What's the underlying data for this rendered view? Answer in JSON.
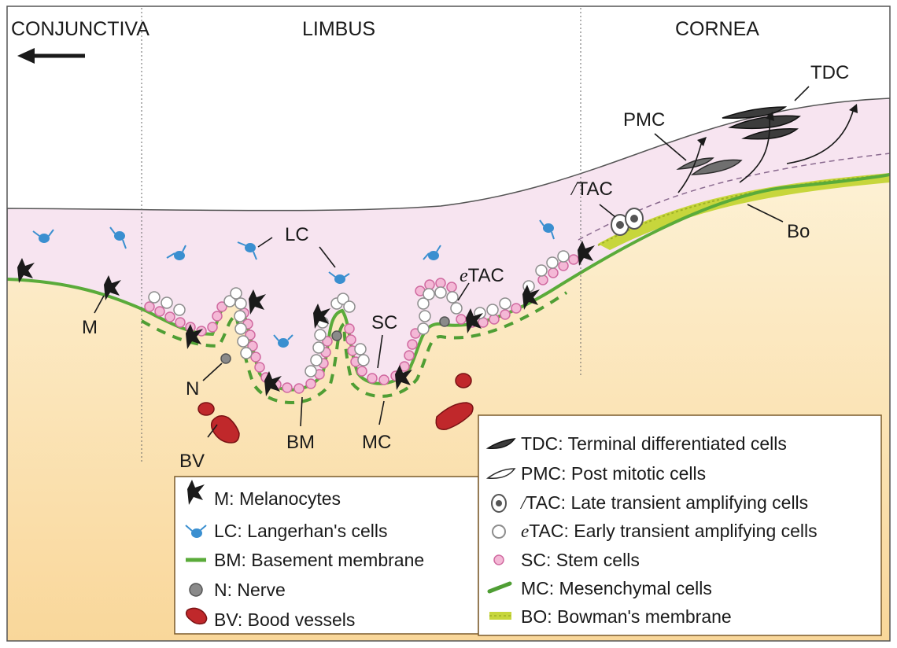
{
  "regions": {
    "conjunctiva": "CONJUNCTIVA",
    "limbus": "LIMBUS",
    "cornea": "CORNEA"
  },
  "labels": {
    "tdc": "TDC",
    "pmc": "PMC",
    "ltac_prefix": "/",
    "ltac": "TAC",
    "lc": "LC",
    "etac_prefix": "e",
    "etac": "TAC",
    "sc": "SC",
    "bo": "Bo",
    "m": "M",
    "n": "N",
    "bv": "BV",
    "bm": "BM",
    "mc": "MC"
  },
  "legend_left": [
    {
      "icon": "melanocyte-icon",
      "text": "M: Melanocytes"
    },
    {
      "icon": "langerhans-cell-icon",
      "text": "LC: Langerhan's cells"
    },
    {
      "icon": "basement-membrane-icon",
      "text": "BM: Basement membrane"
    },
    {
      "icon": "nerve-icon",
      "text": "N: Nerve"
    },
    {
      "icon": "blood-vessel-icon",
      "text": "BV: Bood vessels"
    }
  ],
  "legend_right": [
    {
      "icon": "tdc-cell-icon",
      "text": "TDC: Terminal differentiated cells"
    },
    {
      "icon": "pmc-cell-icon",
      "text": "PMC: Post mitotic cells"
    },
    {
      "icon": "ltac-cell-icon",
      "prefix": "/",
      "text": "TAC: Late transient amplifying cells"
    },
    {
      "icon": "etac-cell-icon",
      "prefix": "e",
      "text": "TAC: Early transient amplifying cells"
    },
    {
      "icon": "stem-cell-icon",
      "text": "SC: Stem cells"
    },
    {
      "icon": "mesenchymal-cell-icon",
      "text": "MC: Mesenchymal cells"
    },
    {
      "icon": "bowman-membrane-icon",
      "text": "BO: Bowman's membrane"
    }
  ],
  "colors": {
    "epithelium": "#f7e4f0",
    "stroma_top": "#fdf1d4",
    "stroma_bottom": "#f9d79a",
    "membrane": "#5aab3a",
    "mesenchymal": "#4f9e34",
    "stem_cell": "#e98dbd",
    "etac_cell": "#c8c8c8",
    "langerhans": "#3a8fd0",
    "blood_vessel": "#c0282b",
    "nerve": "#8a8a8a",
    "bowman": "#c7d63c",
    "tdc": "#3c3c3c"
  }
}
